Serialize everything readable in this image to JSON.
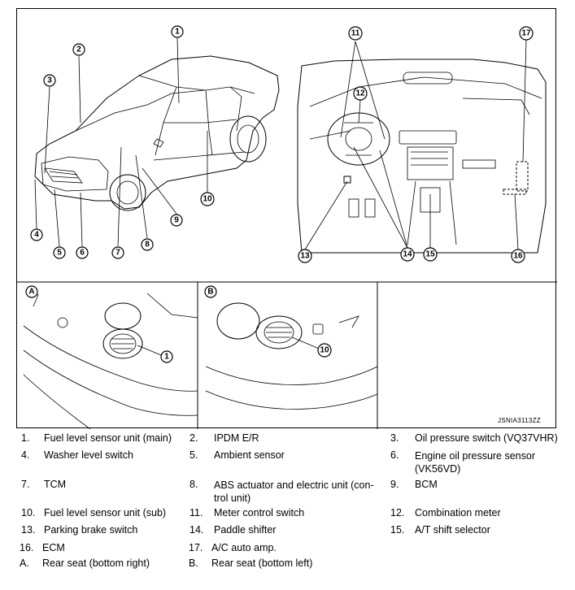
{
  "figure_code": "JSNIA3113ZZ",
  "panels": [
    {
      "letter": "A"
    },
    {
      "letter": "B"
    }
  ],
  "callouts": [
    "1",
    "2",
    "3",
    "4",
    "5",
    "6",
    "7",
    "8",
    "9",
    "10",
    "11",
    "12",
    "13",
    "14",
    "15",
    "16",
    "17"
  ],
  "legend": [
    [
      {
        "n": "1.",
        "t": "Fuel level sensor unit (main)"
      },
      {
        "n": "2.",
        "t": "IPDM E/R"
      },
      {
        "n": "3.",
        "t": "Oil pressure switch (VQ37VHR)"
      }
    ],
    [
      {
        "n": "4.",
        "t": "Washer level switch"
      },
      {
        "n": "5.",
        "t": "Ambient sensor"
      },
      {
        "n": "6.",
        "t": "Engine oil pressure sensor (VK56VD)"
      }
    ],
    [
      {
        "n": "7.",
        "t": "TCM"
      },
      {
        "n": "8.",
        "t": "ABS actuator and electric unit (con-trol unit)"
      },
      {
        "n": "9.",
        "t": "BCM"
      }
    ],
    [
      {
        "n": "10.",
        "t": "Fuel level sensor unit (sub)"
      },
      {
        "n": "11.",
        "t": "Meter control switch"
      },
      {
        "n": "12.",
        "t": "Combination meter"
      }
    ],
    [
      {
        "n": "13.",
        "t": "Parking brake switch"
      },
      {
        "n": "14.",
        "t": "Paddle shifter"
      },
      {
        "n": "15.",
        "t": "A/T shift selector"
      }
    ],
    [
      {
        "n": "16.",
        "t": "ECM"
      },
      {
        "n": "17.",
        "t": "A/C auto amp."
      },
      {
        "n": "",
        "t": ""
      }
    ],
    [
      {
        "n": "A.",
        "t": "Rear seat (bottom right)"
      },
      {
        "n": "B.",
        "t": "Rear seat (bottom left)"
      },
      {
        "n": "",
        "t": ""
      }
    ]
  ]
}
